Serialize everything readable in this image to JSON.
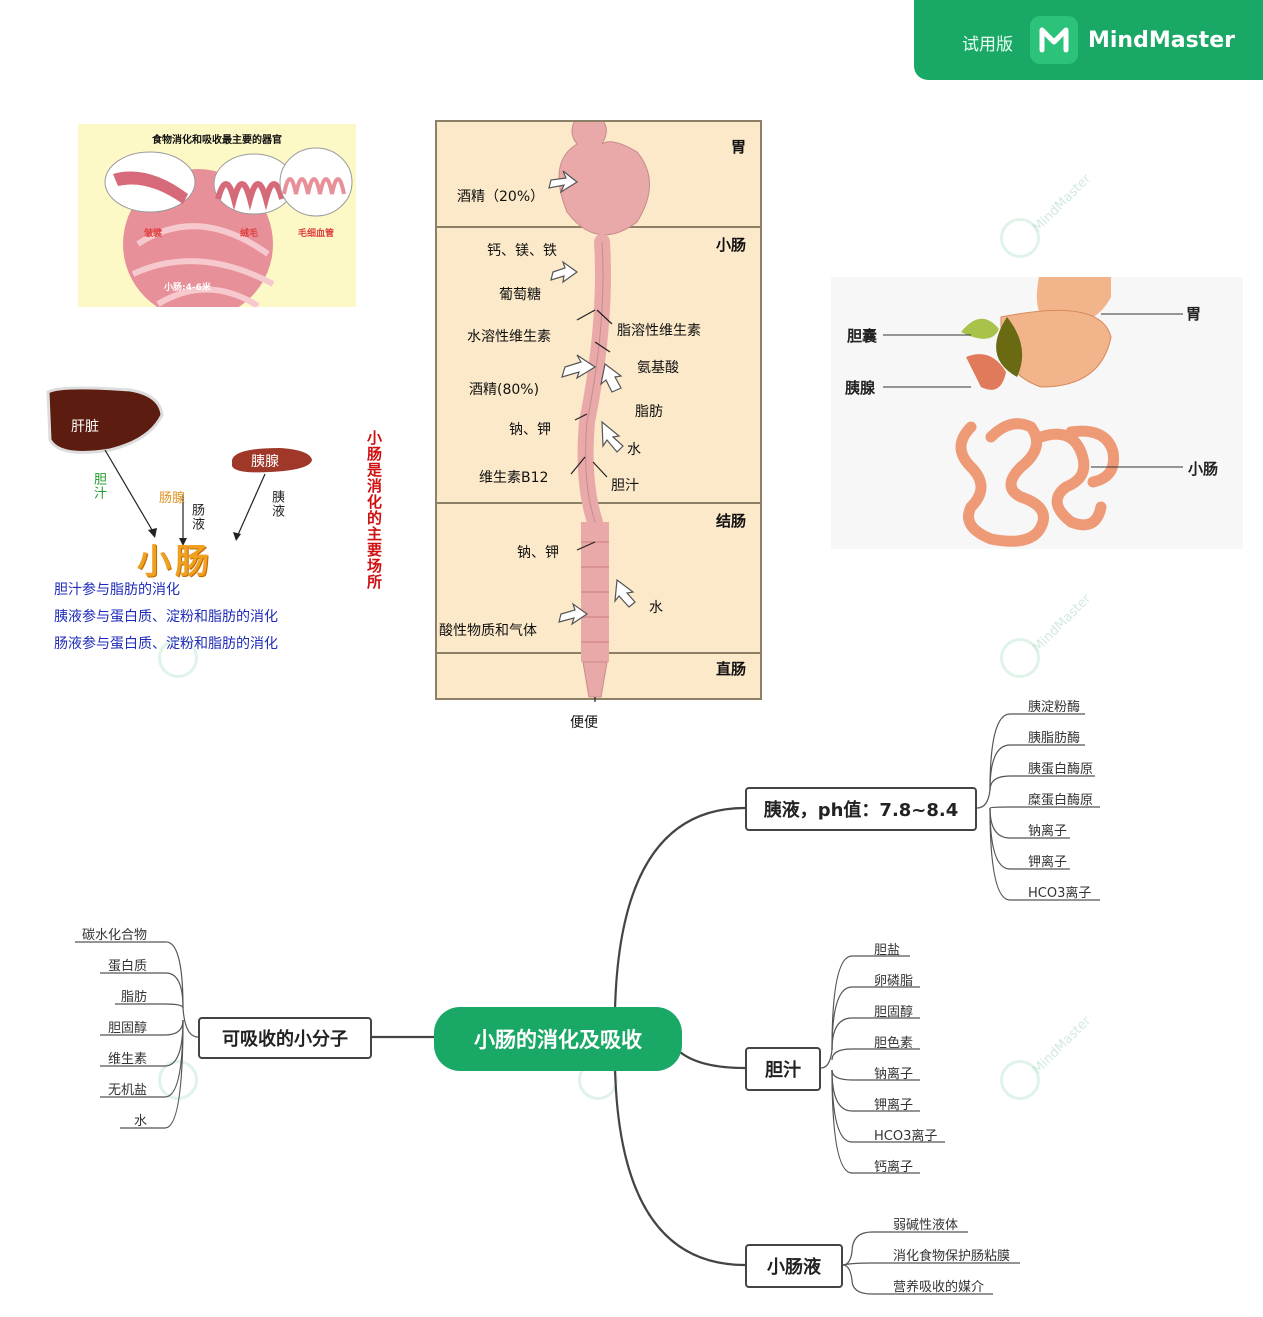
{
  "badge": {
    "trial": "试用版",
    "brand": "MindMaster"
  },
  "watermark": "MindMaster",
  "fig_organ": {
    "title": "食物消化和吸收最主要的器官",
    "labels": {
      "fold": "皱襞",
      "villi": "绒毛",
      "capillary": "毛细血管",
      "length": "小肠:4-6米"
    }
  },
  "liver_panel": {
    "liver": "肝脏",
    "pancreas": "胰腺",
    "bile": "胆汁",
    "intestinal_gland": "肠腺",
    "intestinal_juice": "肠液",
    "pancreatic_juice": "胰液",
    "big_title": "小肠",
    "notes": [
      "胆汁参与脂肪的消化",
      "胰液参与蛋白质、淀粉和脂肪的消化",
      "肠液参与蛋白质、淀粉和脂肪的消化"
    ]
  },
  "vertical_note": "小肠是消化的主要场所",
  "gi_tract": {
    "regions": [
      "胃",
      "小肠",
      "结肠",
      "直肠"
    ],
    "labels": {
      "alcohol20": "酒精（20%）",
      "ca_mg_fe": "钙、镁、铁",
      "glucose": "葡萄糖",
      "water_vit": "水溶性维生素",
      "fat_vit": "脂溶性维生素",
      "amino": "氨基酸",
      "alcohol80": "酒精(80%)",
      "fat": "脂肪",
      "na_k1": "钠、钾",
      "water1": "水",
      "b12": "维生素B12",
      "bile": "胆汁",
      "na_k2": "钠、钾",
      "water2": "水",
      "acid_gas": "酸性物质和气体",
      "feces": "便便"
    }
  },
  "organ_diagram": {
    "gallbladder": "胆囊",
    "pancreas": "胰腺",
    "stomach": "胃",
    "small_intestine": "小肠"
  },
  "mindmap": {
    "center": "小肠的消化及吸收",
    "left": {
      "title": "可吸收的小分子",
      "items": [
        "碳水化合物",
        "蛋白质",
        "脂肪",
        "胆固醇",
        "维生素",
        "无机盐",
        "水"
      ]
    },
    "pancreatic": {
      "title": "胰液，ph值：7.8~8.4",
      "items": [
        "胰淀粉酶",
        "胰脂肪酶",
        "胰蛋白酶原",
        "糜蛋白酶原",
        "钠离子",
        "钾离子",
        "HCO3离子"
      ]
    },
    "bile": {
      "title": "胆汁",
      "items": [
        "胆盐",
        "卵磷脂",
        "胆固醇",
        "胆色素",
        "钠离子",
        "钾离子",
        "HCO3离子",
        "钙离子"
      ]
    },
    "intestinal": {
      "title": "小肠液",
      "items": [
        "弱碱性液体",
        "消化食物保护肠粘膜",
        "营养吸收的媒介"
      ]
    }
  },
  "colors": {
    "brand": "#1aa866",
    "text_blue": "#1f2bb8",
    "note_red": "#d01010",
    "orange": "#e0901a"
  }
}
